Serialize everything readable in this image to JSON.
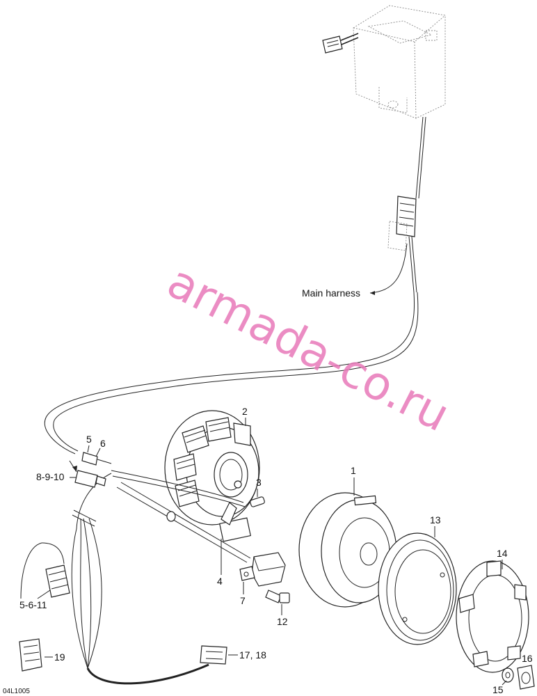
{
  "diagram": {
    "code": "04L1005",
    "watermark": "armada-co.ru",
    "callouts": {
      "main_harness": "Main harness",
      "c1": "1",
      "c2": "2",
      "c3": "3",
      "c4": "4",
      "c5": "5",
      "c6": "6",
      "c7": "7",
      "c8_9_10": "8-9-10",
      "c12": "12",
      "c13": "13",
      "c14": "14",
      "c15": "15",
      "c16": "16",
      "c17_18": "17, 18",
      "c19": "19",
      "c5_6_11": "5-6-11"
    }
  }
}
